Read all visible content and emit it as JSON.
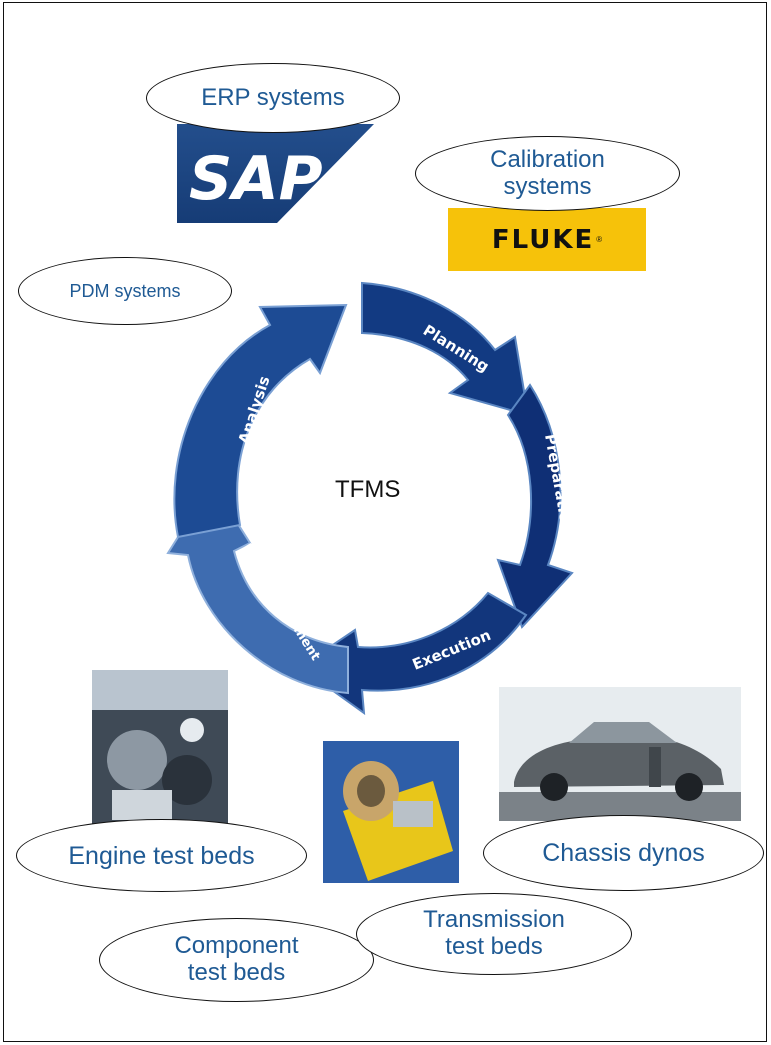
{
  "center_label": "TFMS",
  "cycle_stages": [
    "Planning",
    "Preparation",
    "Execution",
    "Data Management",
    "Analysis"
  ],
  "ovals": {
    "erp": "ERP systems",
    "calibration_line1": "Calibration",
    "calibration_line2": "systems",
    "pdm": "PDM systems",
    "engine": "Engine test beds",
    "chassis": "Chassis dynos",
    "component_line1": "Component",
    "component_line2": "test beds",
    "transmission_line1": "Transmission",
    "transmission_line2": "test beds"
  },
  "logos": {
    "sap": "SAP",
    "fluke": "FLUKE"
  },
  "colors": {
    "label_text": "#1f5a94",
    "arrow_dark": "#0f2f75",
    "arrow_light": "#5a86c2",
    "sap_blue": "#163c76",
    "fluke_yellow": "#f6c20a"
  },
  "photos": [
    "engine-photo",
    "transmission-photo",
    "car-on-dyno-photo"
  ]
}
